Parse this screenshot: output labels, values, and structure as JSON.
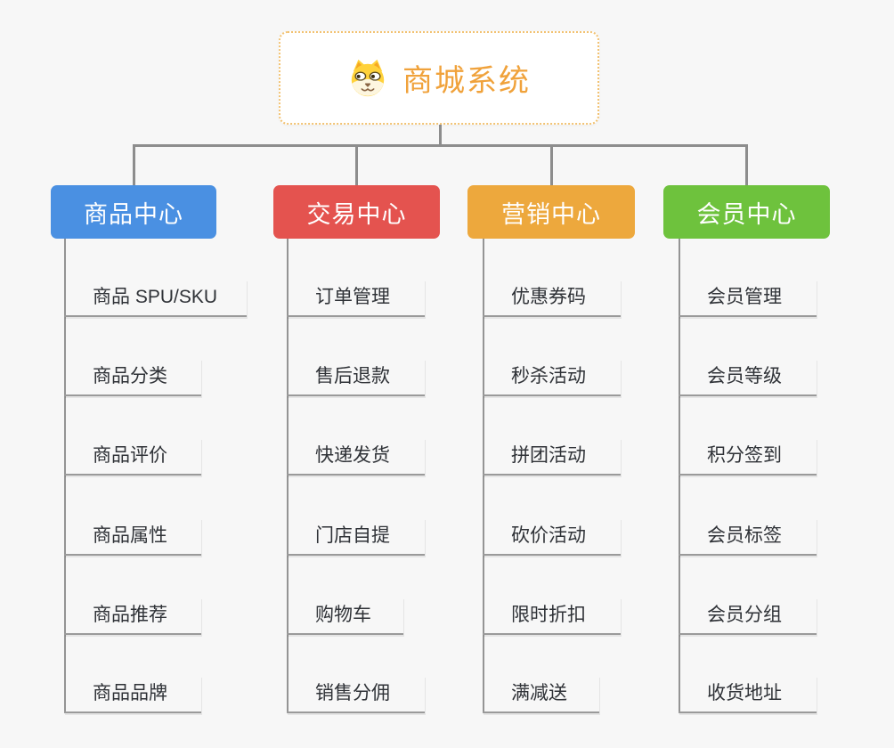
{
  "root": {
    "label": "商城系统",
    "text_color": "#f0a23b",
    "border_color": "#f2c272",
    "icon": "dog-icon"
  },
  "connector_color": "#8d8d8d",
  "branches": [
    {
      "label": "商品中心",
      "color": "#4a90e2",
      "children": [
        "商品 SPU/SKU",
        "商品分类",
        "商品评价",
        "商品属性",
        "商品推荐",
        "商品品牌"
      ]
    },
    {
      "label": "交易中心",
      "color": "#e4534f",
      "children": [
        "订单管理",
        "售后退款",
        "快递发货",
        "门店自提",
        "购物车",
        "销售分佣"
      ]
    },
    {
      "label": "营销中心",
      "color": "#eda83d",
      "children": [
        "优惠券码",
        "秒杀活动",
        "拼团活动",
        "砍价活动",
        "限时折扣",
        "满减送"
      ]
    },
    {
      "label": "会员中心",
      "color": "#6ec23d",
      "children": [
        "会员管理",
        "会员等级",
        "积分签到",
        "会员标签",
        "会员分组",
        "收货地址"
      ]
    }
  ]
}
